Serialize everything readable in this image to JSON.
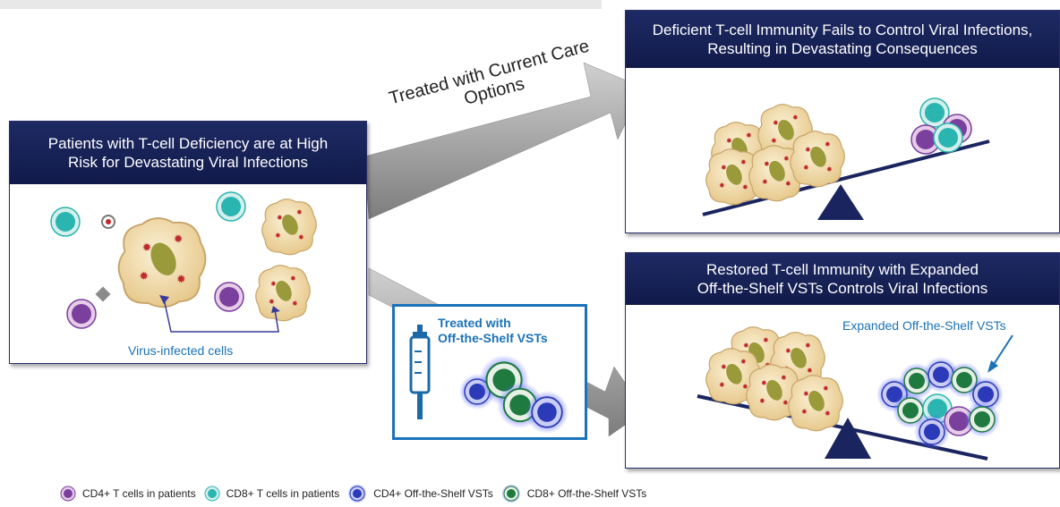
{
  "left_panel": {
    "title": "Patients with T-cell Deficiency are at High\nRisk for Devastating Viral Infections",
    "annotation": "Virus-infected cells"
  },
  "top_arrow": {
    "label": "Treated with Current Care\nOptions"
  },
  "callout": {
    "title": "Treated with\nOff-the-Shelf VSTs"
  },
  "top_right_panel": {
    "title": "Deficient T-cell Immunity Fails to Control Viral Infections,\nResulting in Devastating Consequences"
  },
  "bottom_right_panel": {
    "title": "Restored T-cell Immunity with Expanded\nOff-the-Shelf VSTs Controls Viral Infections",
    "annotation": "Expanded Off-the-Shelf  VSTs"
  },
  "legend": {
    "items": [
      {
        "label": "CD4+ T cells in patients",
        "icon": "purple-cell-icon"
      },
      {
        "label": "CD8+ T cells in patients",
        "icon": "teal-cell-icon"
      },
      {
        "label": "CD4+ Off-the-Shelf  VSTs",
        "icon": "blue-vst-cell-icon"
      },
      {
        "label": "CD8+ Off-the-Shelf  VSTs",
        "icon": "green-vst-cell-icon"
      }
    ]
  },
  "colors": {
    "header_navy": "#1a2560",
    "accent_blue": "#1b72b8",
    "cd4_purple": "#7b3f9e",
    "cd8_teal": "#2bb5b0",
    "vst_blue": "#2a3ab8",
    "vst_green": "#1e7a3e",
    "infected_cell": "#f3dcae"
  }
}
